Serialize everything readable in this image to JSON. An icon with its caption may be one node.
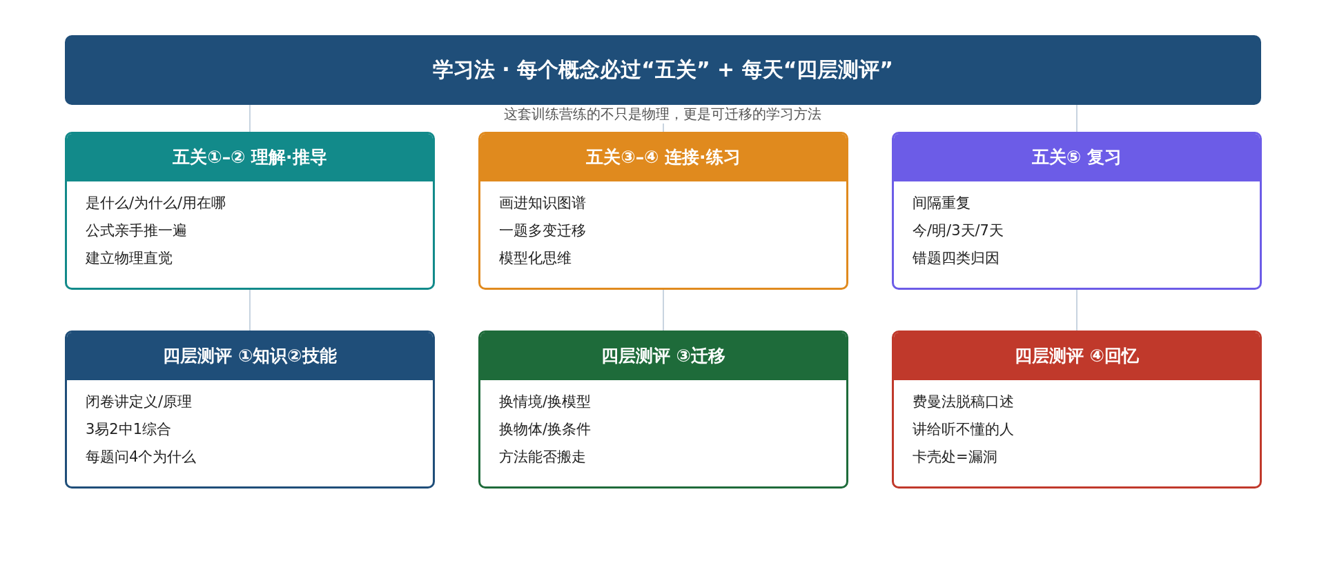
{
  "diagram": {
    "nodes": [
      {
        "text": [
          "学习法 · 每个概念必过“五关” + 每天“四层测评”"
        ]
      },
      {
        "text": [
          "五关①–② 理解·推导",
          "是什么/为什么/用在哪",
          "公式亲手推一遍",
          "建立物理直觉"
        ]
      },
      {
        "text": [
          "五关③–④ 连接·练习",
          "画进知识图谱",
          "一题多变迁移",
          "模型化思维"
        ]
      },
      {
        "text": [
          "五关⑤ 复习",
          "间隔重复",
          "今/明/3天/7天",
          "错题四类归因"
        ]
      },
      {
        "text": [
          "四层测评 ①知识②技能",
          "闭卷讲定义/原理",
          "3易2中1综合",
          "每题问4个为什么"
        ]
      },
      {
        "text": [
          "四层测评 ③迁移",
          "换情境/换模型",
          "换物体/换条件",
          "方法能否搬走"
        ]
      },
      {
        "text": [
          "四层测评 ④回忆",
          "费曼法脱稿口述",
          "讲给听不懂的人",
          "卡壳处=漏洞"
        ]
      }
    ],
    "edges": [
      {
        "from": 0,
        "to": 1,
        "arrow": "none"
      },
      {
        "from": 0,
        "to": 2,
        "arrow": "none"
      },
      {
        "from": 0,
        "to": 3,
        "arrow": "none"
      },
      {
        "from": 1,
        "to": 4,
        "arrow": "none"
      },
      {
        "from": 2,
        "to": 5,
        "arrow": "none"
      },
      {
        "from": 3,
        "to": 6,
        "arrow": "none"
      }
    ],
    "labels": [
      "这套训练营练的不只是物理，更是可迁移的学习方法"
    ]
  }
}
